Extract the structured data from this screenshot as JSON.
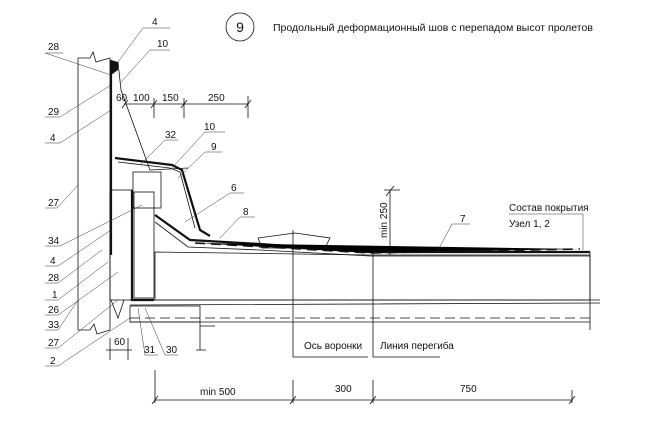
{
  "title": {
    "number": "9",
    "text": "Продольный деформационный шов с перепадом высот пролетов"
  },
  "callouts_top": [
    "4",
    "10",
    "28",
    "29",
    "4",
    "32",
    "10",
    "9",
    "6",
    "8"
  ],
  "callouts_left": [
    "27",
    "34",
    "4",
    "28",
    "1",
    "26",
    "33",
    "27",
    "2"
  ],
  "callouts_bottom": [
    "31",
    "30"
  ],
  "callout_7": "7",
  "dims_top": [
    "60",
    "100",
    "150",
    "250"
  ],
  "dim_bottom_small": "60",
  "dim_vertical": "min 250",
  "roof_composition": {
    "line1": "Состав покрытия",
    "line2": "Узел 1, 2"
  },
  "axis_labels": {
    "funnel": "Ось воронки",
    "bend": "Линия перегиба"
  },
  "dims_bottom": [
    "min 500",
    "300",
    "750"
  ]
}
